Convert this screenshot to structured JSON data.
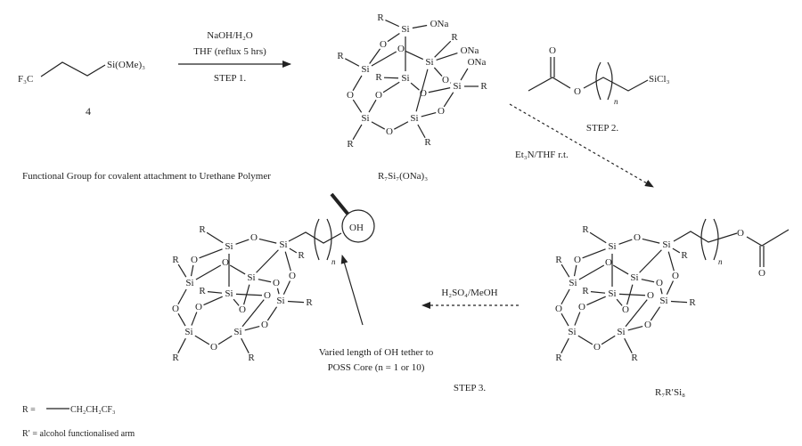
{
  "reactant": {
    "left_group": "F₃C",
    "right_group": "Si(OMe)₃",
    "compound_number": "4"
  },
  "step1": {
    "reagent": "NaOH/H₂O",
    "condition": "THF (reflux 5 hrs)",
    "label": "STEP 1."
  },
  "intermediate": {
    "formula": "R₇Si₇(ONa)₃",
    "atom_labels": [
      "R",
      "Si",
      "ONa",
      "R",
      "O",
      "O",
      "ONa",
      "Si",
      "ONa",
      "R",
      "Si",
      "R",
      "Si",
      "O",
      "Si",
      "R",
      "O",
      "O",
      "O",
      "O",
      "Si",
      "O",
      "Si",
      "R",
      "R"
    ]
  },
  "step2": {
    "reagent_carbonyl_o": "O",
    "reagent_ester_o": "O",
    "reagent_n": "n",
    "reagent_silyl": "SiCl₃",
    "label": "STEP 2.",
    "condition": "Et₃N/THF r.t."
  },
  "octa_cage_atom_labels": [
    "R",
    "Si",
    "O",
    "Si",
    "O",
    "O",
    "Si",
    "O",
    "O",
    "R",
    "R",
    "Si",
    "R",
    "Si",
    "O",
    "Si",
    "R",
    "O",
    "O",
    "O",
    "O",
    "Si",
    "Si",
    "O",
    "R",
    "R"
  ],
  "product_ester": {
    "formula": "R₇R′Si₈",
    "n": "n",
    "ester_o": "O",
    "carbonyl_o": "O"
  },
  "step3": {
    "reagent": "H₂SO₄/MeOH",
    "label": "STEP 3."
  },
  "product_alcohol": {
    "oh": "OH",
    "n": "n",
    "annotation_line1": "Varied length of OH tether to",
    "annotation_line2": "POSS Core (n = 1 or 10)"
  },
  "functional_group_note": "Functional Group for covalent attachment to Urethane Polymer",
  "legend": {
    "r_label": "R =",
    "r_value": "CH₂CH₂CF₃",
    "r_prime": "R′ = alcohol functionalised arm"
  }
}
